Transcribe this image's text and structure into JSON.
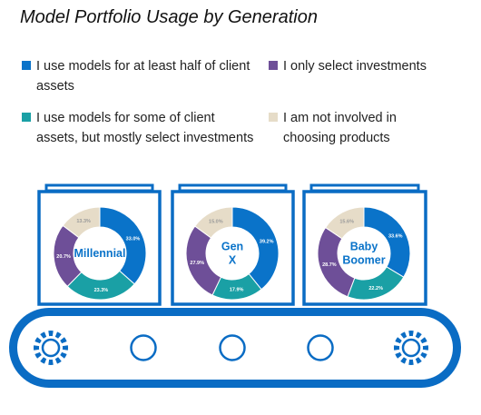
{
  "title": "Model Portfolio Usage by Generation",
  "colors": {
    "blue": "#0a73c9",
    "teal": "#1aa0a5",
    "purple": "#6e4f98",
    "beige": "#e6dcc8",
    "frame": "#0a6cc4",
    "belt": "#0a6cc4"
  },
  "legend": [
    {
      "label": "I use models for at least half of client assets",
      "color": "#0a73c9"
    },
    {
      "label": "I use models for some of client assets, but mostly select investments",
      "color": "#1aa0a5"
    },
    {
      "label": "I only select investments",
      "color": "#6e4f98"
    },
    {
      "label": "I am not involved in choosing products",
      "color": "#e6dcc8"
    }
  ],
  "chart_data": [
    {
      "type": "pie",
      "name": "Millennial",
      "categories": [
        "I use models for at least half of client assets",
        "I use models for some of client assets, but mostly select investments",
        "I only select investments",
        "I am not involved in choosing products"
      ],
      "values": [
        33.0,
        23.3,
        20.7,
        13.3
      ],
      "labels": [
        "33.0%",
        "23.3%",
        "20.7%",
        "13.3%"
      ]
    },
    {
      "type": "pie",
      "name": "Gen X",
      "categories": [
        "I use models for at least half of client assets",
        "I use models for some of client assets, but mostly select investments",
        "I only select investments",
        "I am not involved in choosing products"
      ],
      "values": [
        39.2,
        17.9,
        27.9,
        15.0
      ],
      "labels": [
        "39.2%",
        "17.9%",
        "27.9%",
        "15.0%"
      ]
    },
    {
      "type": "pie",
      "name": "Baby Boomer",
      "categories": [
        "I use models for at least half of client assets",
        "I use models for some of client assets, but mostly select investments",
        "I only select investments",
        "I am not involved in choosing products"
      ],
      "values": [
        33.6,
        22.2,
        28.7,
        15.6
      ],
      "labels": [
        "33.6%",
        "22.2%",
        "28.7%",
        "15.6%"
      ]
    }
  ]
}
